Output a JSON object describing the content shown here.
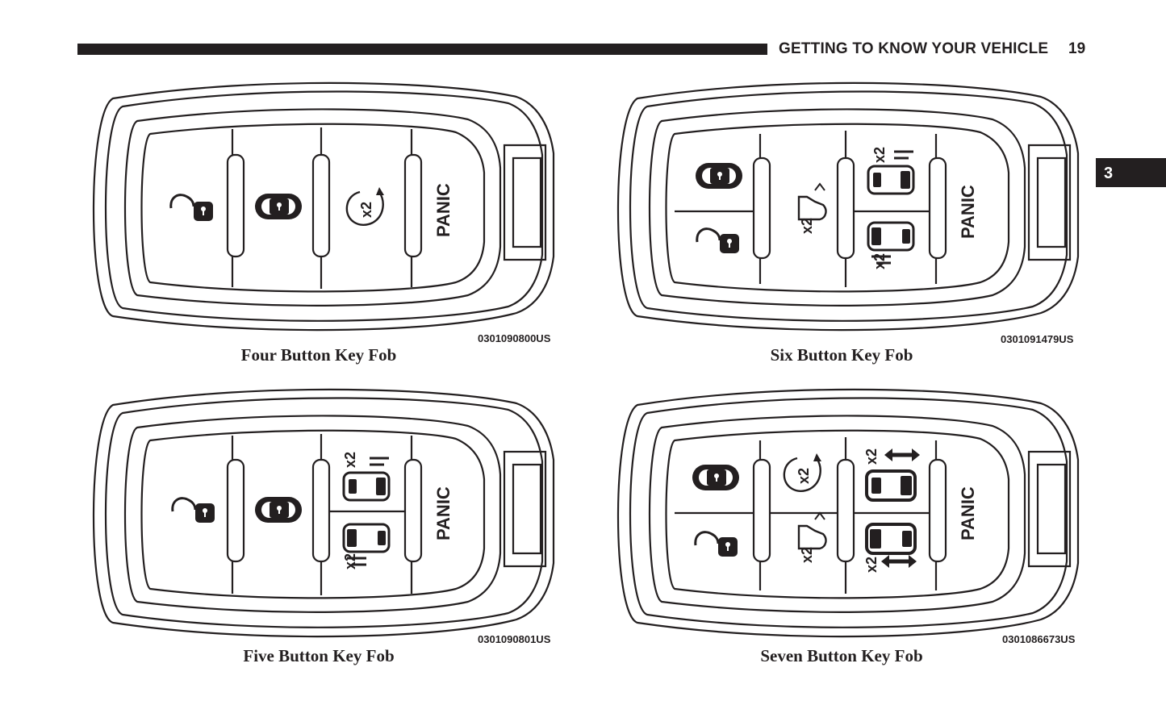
{
  "header": {
    "title": "GETTING TO KNOW YOUR VEHICLE",
    "page_number": "19",
    "chapter_tab": "3"
  },
  "figures": [
    {
      "code": "0301090800US",
      "caption": "Four Button Key Fob",
      "buttons": [
        "unlock-icon",
        "lock-icon",
        "remote-start-icon",
        "panic"
      ]
    },
    {
      "code": "0301091479US",
      "caption": "Six Button Key Fob",
      "buttons": [
        "lock-icon",
        "unlock-icon",
        "liftgate-icon",
        "left-sliding-door-icon",
        "right-sliding-door-icon",
        "panic"
      ]
    },
    {
      "code": "0301090801US",
      "caption": "Five Button Key Fob",
      "buttons": [
        "unlock-icon",
        "lock-icon",
        "left-sliding-door-icon",
        "right-sliding-door-icon",
        "panic"
      ]
    },
    {
      "code": "0301086673US",
      "caption": "Seven Button Key Fob",
      "buttons": [
        "lock-icon",
        "unlock-icon",
        "remote-start-icon",
        "liftgate-icon",
        "left-sliding-door-icon",
        "right-sliding-door-icon",
        "panic"
      ]
    }
  ],
  "labels": {
    "panic": "PANIC",
    "x2": "x2"
  }
}
